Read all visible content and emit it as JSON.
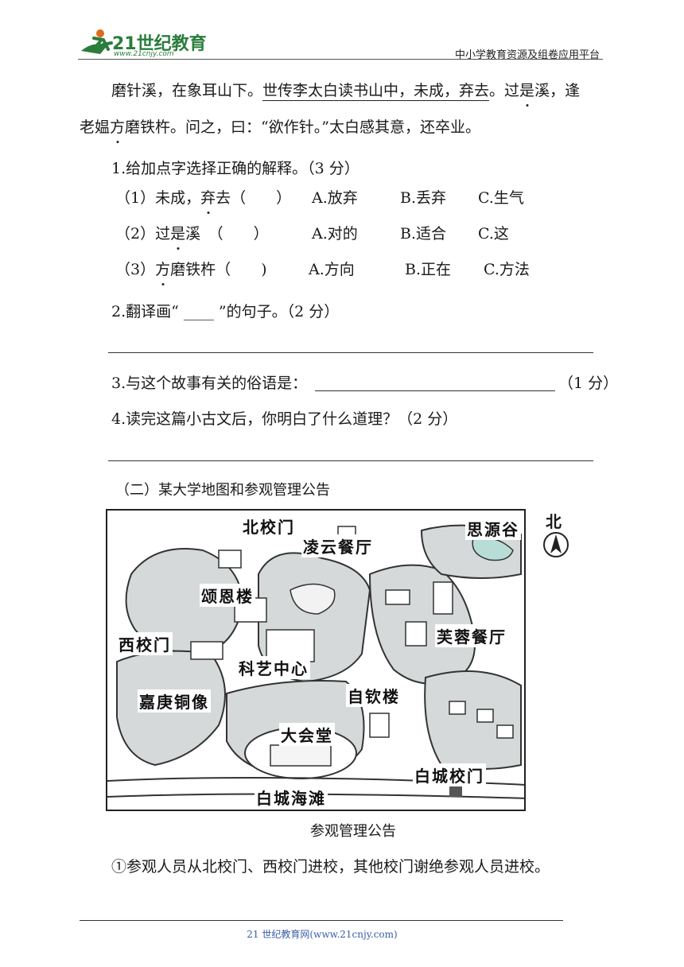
{
  "header": {
    "logo_text": "21世纪教育",
    "logo_url": "www.21cnjy.com",
    "platform": "中小学教育资源及组卷应用平台"
  },
  "passage": {
    "line1_a": "磨针溪，在象耳山下。",
    "line1_underlined": "世传李太白读书山中，未成，弃去",
    "line1_b": "。过",
    "line1_dot": "是",
    "line1_c": "溪，逢",
    "line2_a": "老媪",
    "line2_dot": "方",
    "line2_b": "磨铁杵。问之，曰：“欲作针。”太白感其意，还卒业。"
  },
  "questions": {
    "q1_title": "1.给加点字选择正确的解释。（3 分）",
    "q1_items": [
      {
        "stem_a": "（1）未成，",
        "stem_dot": "弃",
        "stem_b": "去（　　）",
        "a": "A.放弃",
        "b": "B.丢弃",
        "c": "C.生气"
      },
      {
        "stem_a": "（2）过",
        "stem_dot": "是",
        "stem_b": "溪　（　　）",
        "a": "A.对的",
        "b": "B.适合",
        "c": "C.这"
      },
      {
        "stem_a": "（3）",
        "stem_dot": "方",
        "stem_b": "磨铁杵（　　)",
        "a": "A.方向",
        "b": "B.正在",
        "c": "C.方法"
      }
    ],
    "q2": "2.翻译画“ ____ ”的句子。（2 分）",
    "q3_a": "3.与这个故事有关的俗语是：",
    "q3_b": "（1 分）",
    "q4": "4.读完这篇小古文后，你明白了什么道理？（2 分）"
  },
  "section2": {
    "title": "（二）某大学地图和参观管理公告",
    "north": "北",
    "map_labels": {
      "north_gate": "北校门",
      "lingyun": "凌云餐厅",
      "siyuan": "思源谷",
      "songen": "颂恩楼",
      "west_gate": "西校门",
      "furong": "芙蓉餐厅",
      "keyi": "科艺中心",
      "ziqin": "自钦楼",
      "jiaqing": "嘉庚铜像",
      "dahuitang": "大会堂",
      "baicheng_gate": "白城校门",
      "baicheng_beach": "白城海滩"
    },
    "notice_title": "参观管理公告",
    "notice_1": "①参观人员从北校门、西校门进校，其他校门谢绝参观人员进校。"
  },
  "footer": {
    "text": "21 世纪教育网(www.21cnjy.com)"
  }
}
